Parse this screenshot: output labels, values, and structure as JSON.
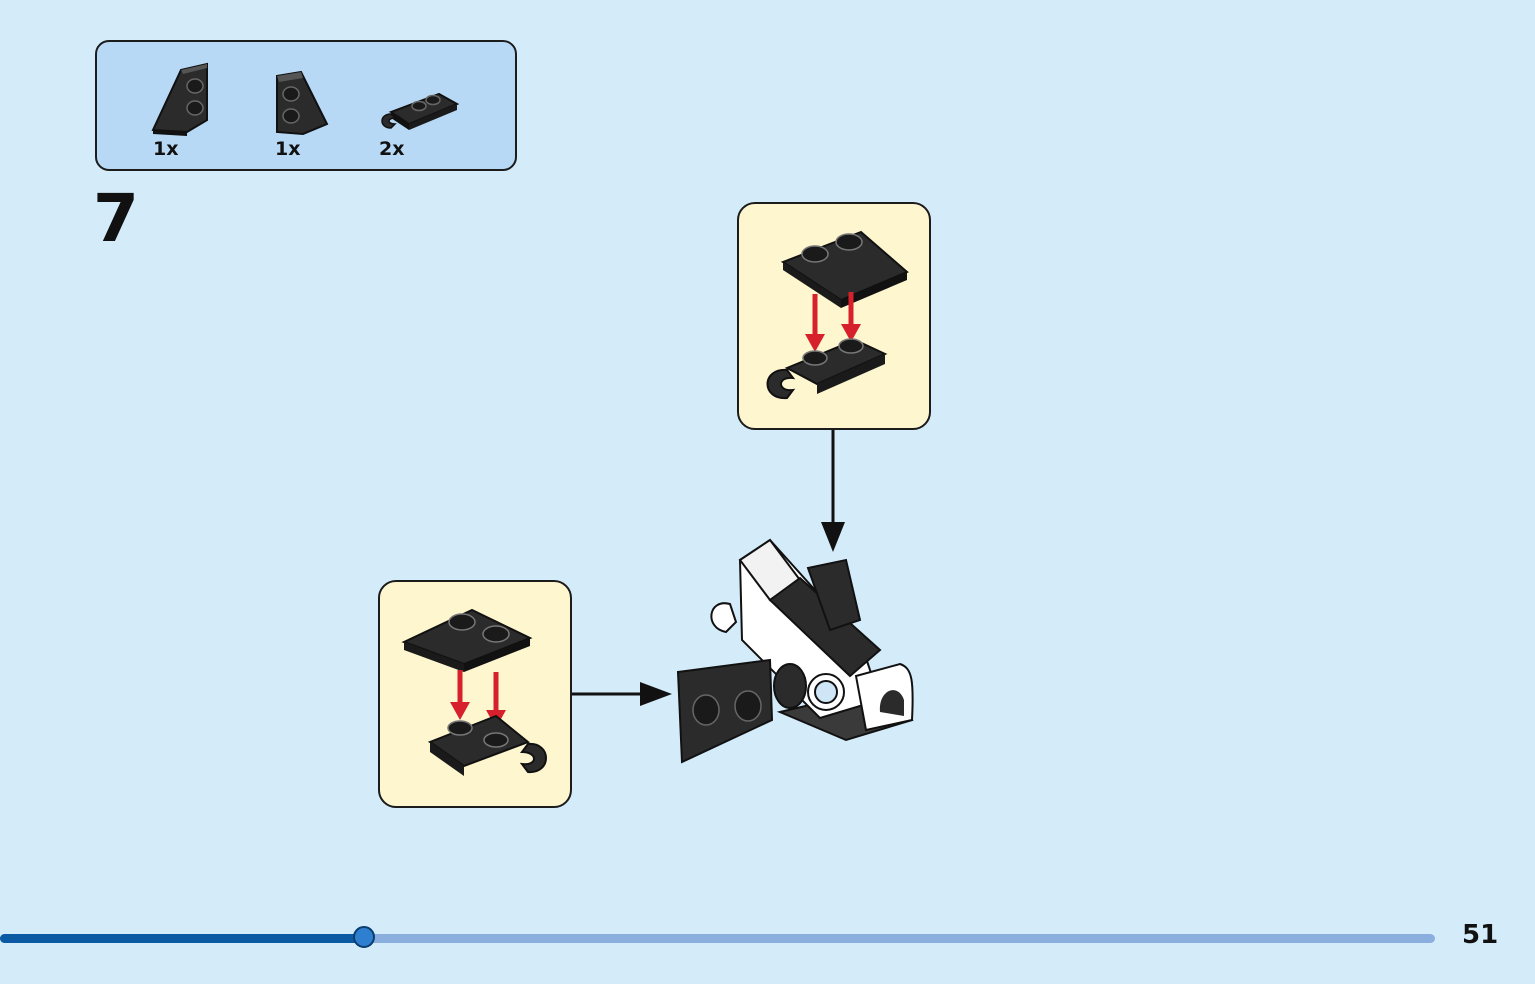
{
  "parts_list": {
    "items": [
      {
        "name": "wedge-plate-left-icon",
        "quantity": "1x"
      },
      {
        "name": "wedge-plate-right-icon",
        "quantity": "1x"
      },
      {
        "name": "clip-plate-icon",
        "quantity": "2x"
      }
    ]
  },
  "step": {
    "number": "7"
  },
  "progress": {
    "value": 0.254
  },
  "page": {
    "number": "51"
  },
  "colors": {
    "background": "#d4ecfa",
    "parts_box": "#b7d9f5",
    "callout": "#fdf6cf",
    "brick": "#2b2b2b",
    "arrow_red": "#d6212c",
    "progress_fill": "#0b5aa3",
    "progress_track": "#8aaede"
  }
}
